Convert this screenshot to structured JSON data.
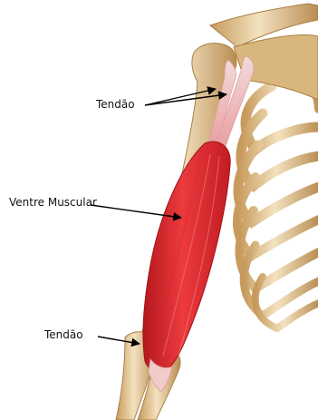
{
  "labels": {
    "tendon_top": "Tendão",
    "muscle_belly": "Ventre Muscular",
    "tendon_bottom": "Tendão"
  },
  "colors": {
    "background": "#ffffff",
    "bone": "#e8cf9f",
    "bone_shade": "#b98d52",
    "muscle": "#e3262b",
    "muscle_dark": "#b4181d",
    "tendon": "#efc6c6",
    "arrow": "#000000"
  }
}
